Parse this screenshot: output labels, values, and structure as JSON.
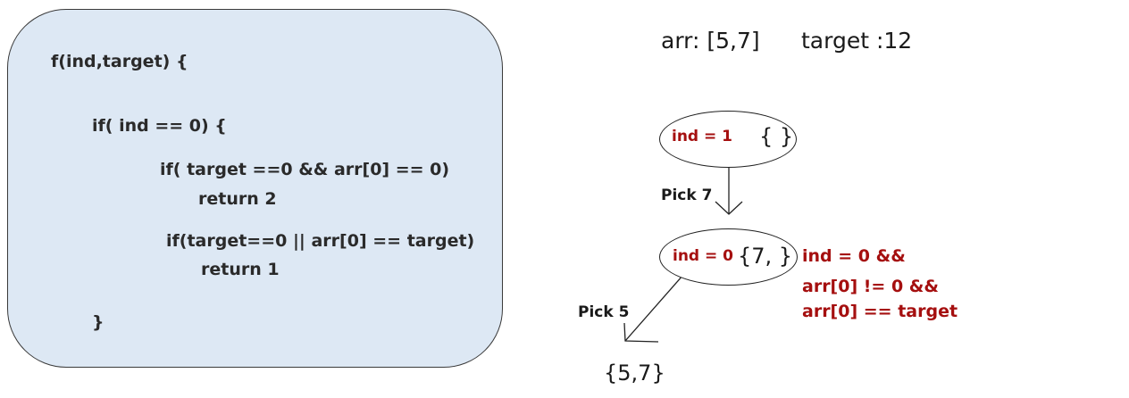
{
  "code": {
    "lines": [
      "f(ind,target) {",
      "if( ind == 0) {",
      "if( target ==0 && arr[0] == 0)",
      "return 2",
      "if(target==0 || arr[0] == target)",
      "return 1",
      "}"
    ]
  },
  "header": {
    "arr": "arr: [5,7]",
    "target": "target :12"
  },
  "tree": {
    "root": {
      "ind": "ind = 1",
      "set": "{ }"
    },
    "edge1": {
      "label": "Pick 7"
    },
    "child": {
      "ind": "ind = 0",
      "set": "{7,  }"
    },
    "edge2": {
      "label": "Pick 5"
    },
    "leaf": {
      "set": "{5,7}"
    },
    "condition": {
      "lines": [
        "ind = 0 &&",
        "arr[0] != 0 &&",
        "arr[0] == target"
      ]
    }
  },
  "colors": {
    "box_fill": "#dde8f4",
    "highlight_red": "#a50f0f"
  }
}
